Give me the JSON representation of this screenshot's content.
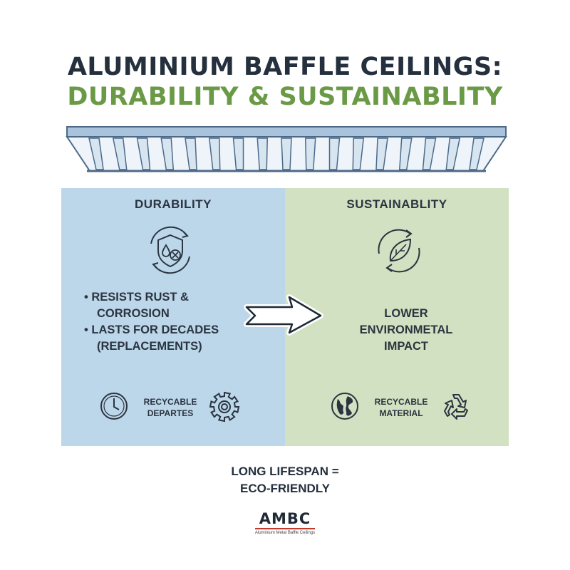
{
  "title": {
    "line1": "ALUMINIUM BAFFLE CEILINGS:",
    "line2": "DURABILITY & SUSTAINABLITY"
  },
  "colors": {
    "title_dark": "#24303d",
    "title_green": "#6a9a45",
    "durability_panel": "#bcd6ea",
    "sustainability_panel": "#d2e1c1",
    "logo_accent": "#c0392b"
  },
  "durability": {
    "heading": "DURABILITY",
    "icon": "shield-water-drop-icon",
    "bullets": [
      {
        "line1": "• RESISTS RUST &",
        "line2": "CORROSION"
      },
      {
        "line1": "• LASTS FOR DECADES",
        "line2": "(REPLACEMENTS)"
      }
    ],
    "bottom": {
      "left_icon": "clock-icon",
      "label_line1": "RECYCABLE",
      "label_line2": "DEPARTES",
      "right_icon": "gear-icon"
    }
  },
  "arrow_icon": "right-arrow-icon",
  "sustainability": {
    "heading": "SUSTAINABLITY",
    "icon": "leaf-cycle-icon",
    "impact_lines": [
      "LOWER",
      "ENVIRONMETAL",
      "IMPACT"
    ],
    "bottom": {
      "left_icon": "globe-icon",
      "label_line1": "RECYCABLE",
      "label_line2": "MATERIAL",
      "right_icon": "recycle-icon"
    }
  },
  "footer": {
    "line1": "LONG LIFESPAN =",
    "line2": "ECO-FRIENDLY"
  },
  "logo": {
    "name": "AMBC",
    "tagline": "Aluminium Metal Baffle Ceilings"
  }
}
